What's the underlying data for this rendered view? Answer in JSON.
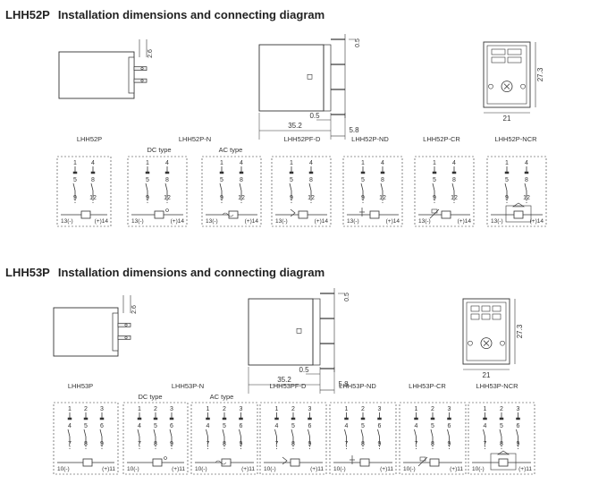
{
  "sections": [
    {
      "model": "LHH52P",
      "title": "Installation dimensions and connecting diagram",
      "dims": {
        "top_offset": "2.6",
        "top_gap": "0.5",
        "width": "35.2",
        "pin_gap": "0.5",
        "pin_len": "5.8",
        "base_h": "27.3",
        "base_w": "21"
      },
      "variants": [
        {
          "name": "LHH52P",
          "subtype": ""
        },
        {
          "name": "LHH52P-N",
          "subtype": "DC type"
        },
        {
          "name": "",
          "subtype": "AC type"
        },
        {
          "name": "LHH52PF-D",
          "subtype": ""
        },
        {
          "name": "LHH52P-ND",
          "subtype": ""
        },
        {
          "name": "LHH52P-CR",
          "subtype": ""
        },
        {
          "name": "LHH52P-NCR",
          "subtype": ""
        }
      ],
      "terminals": {
        "top": [
          "1",
          "4"
        ],
        "mid": [
          "5",
          "8"
        ],
        "bot": [
          "9",
          "12"
        ],
        "coil_left": "13(-)",
        "coil_right": "(+)14"
      }
    },
    {
      "model": "LHH53P",
      "title": "Installation dimensions and connecting diagram",
      "dims": {
        "top_offset": "2.6",
        "top_gap": "0.5",
        "width": "35.2",
        "pin_gap": "0.5",
        "pin_len": "5.8",
        "base_h": "27.3",
        "base_w": "21"
      },
      "variants": [
        {
          "name": "LHH53P",
          "subtype": ""
        },
        {
          "name": "LHH53P-N",
          "subtype": "DC type"
        },
        {
          "name": "",
          "subtype": "AC type"
        },
        {
          "name": "LHH53PF-D",
          "subtype": ""
        },
        {
          "name": "LHH53P-ND",
          "subtype": ""
        },
        {
          "name": "LHH53P-CR",
          "subtype": ""
        },
        {
          "name": "LHH53P-NCR",
          "subtype": ""
        }
      ],
      "terminals": {
        "top": [
          "1",
          "2",
          "3"
        ],
        "mid": [
          "4",
          "5",
          "6"
        ],
        "bot": [
          "7",
          "8",
          "9"
        ],
        "coil_left": "10(-)",
        "coil_right": "(+)11"
      }
    }
  ]
}
